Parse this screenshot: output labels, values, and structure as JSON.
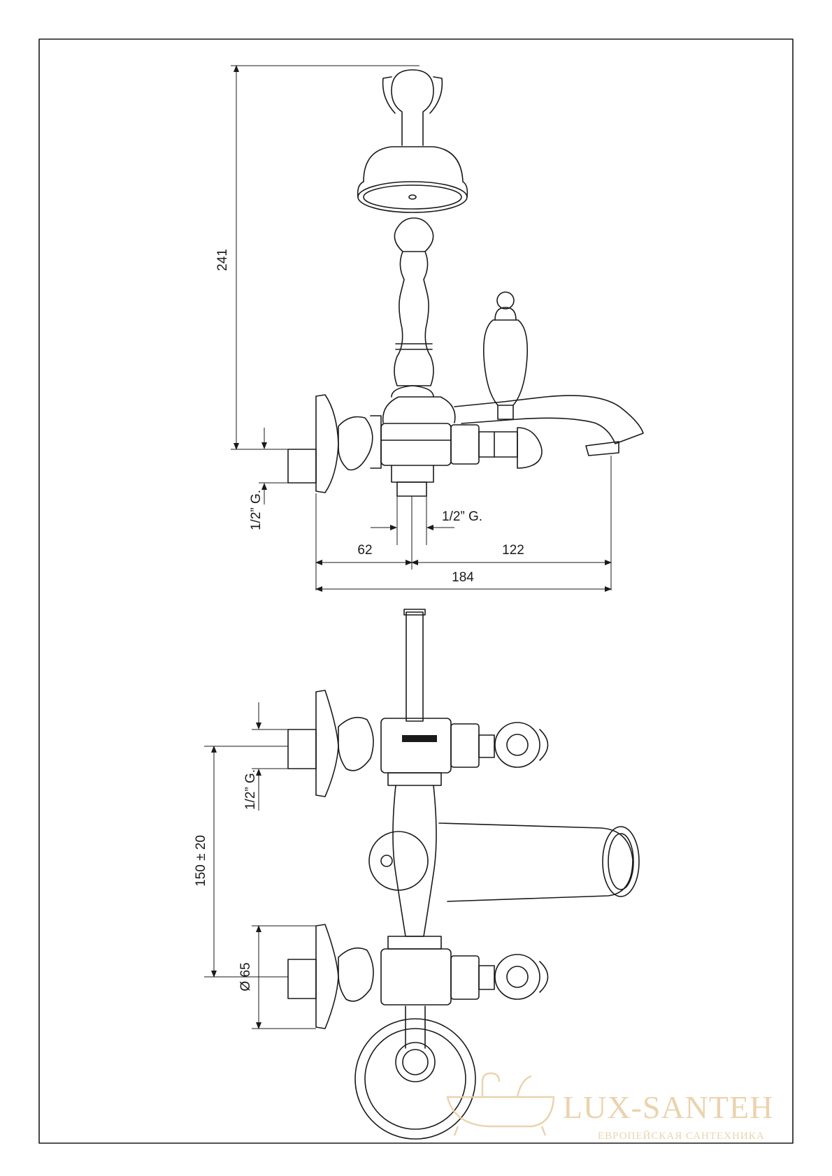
{
  "dimensions": {
    "height_total": "241",
    "thread_side_top": "1/2” G.",
    "thread_bottom_top": "1/2” G.",
    "width_left": "62",
    "width_right": "122",
    "width_total": "184",
    "thread_side_bottom": "1/2” G.",
    "centers": "150 ± 20",
    "flange_diameter": "Ø 65"
  },
  "watermark": {
    "brand": "LUX-SANTEH",
    "tagline": "ЕВРОПЕЙСКАЯ САНТЕХНИКА"
  }
}
